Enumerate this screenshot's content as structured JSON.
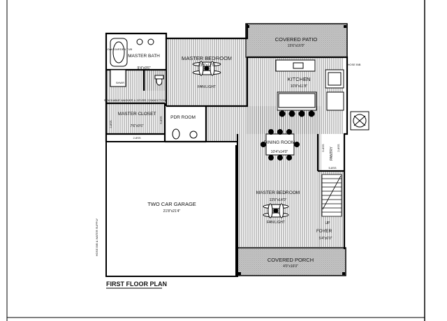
{
  "plan_title": "FIRST FLOOR PLAN",
  "rooms": {
    "covered_patio": {
      "name": "COVERED PATIO",
      "dim": "15'6\"x16'0\""
    },
    "master_bedroom_upper": {
      "name": "MASTER BEDROOM",
      "dim": "13'8\"x12'0\"",
      "fixture": "FAN/LIGHT"
    },
    "master_bath": {
      "name": "MASTER BATH",
      "dim": "9'4\"x9'6\""
    },
    "soaking_tub": {
      "name": "SOAK GARDEN TUB"
    },
    "shower": {
      "name": "SHWR"
    },
    "master_closet": {
      "name": "MASTER CLOSET",
      "dim": "7'6\"x9'6\""
    },
    "laundry_note": {
      "name": "STACKABLE WASHER & DRYER CONNECTION"
    },
    "pdr_room": {
      "name": "PDR ROOM"
    },
    "kitchen": {
      "name": "KITCHEN",
      "dim": "10'8\"x11'8\""
    },
    "dining_room": {
      "name": "DINING ROOM",
      "dim": "10'4\"x14'0\""
    },
    "pantry": {
      "name": "PANTRY"
    },
    "two_car_garage": {
      "name": "TWO CAR GARAGE",
      "dim": "21'8\"x21'4\""
    },
    "master_bedroom_lower": {
      "name": "MASTER BEDROOM",
      "dim": "13'8\"x14'0\"",
      "fixture": "FAN/LIGHT"
    },
    "foyer": {
      "name": "FOYER",
      "dim": "5'4\"x6'0\""
    },
    "covered_porch": {
      "name": "COVERED PORCH",
      "dim": "4'0\"x16'0\""
    }
  },
  "annotations": {
    "hose_bib_right": "HOSE BIB",
    "hose_bib_left": "HOSE BIB & WATER SUPPLY",
    "stair_up": "UP",
    "shelf_1": "2-8SS",
    "shelf_2": "5-8SS",
    "shelf_3": "2-8SS",
    "shelf_4": "5-8SS",
    "shelf_5": "2-8SS",
    "shelf_6": "5-8SS"
  }
}
